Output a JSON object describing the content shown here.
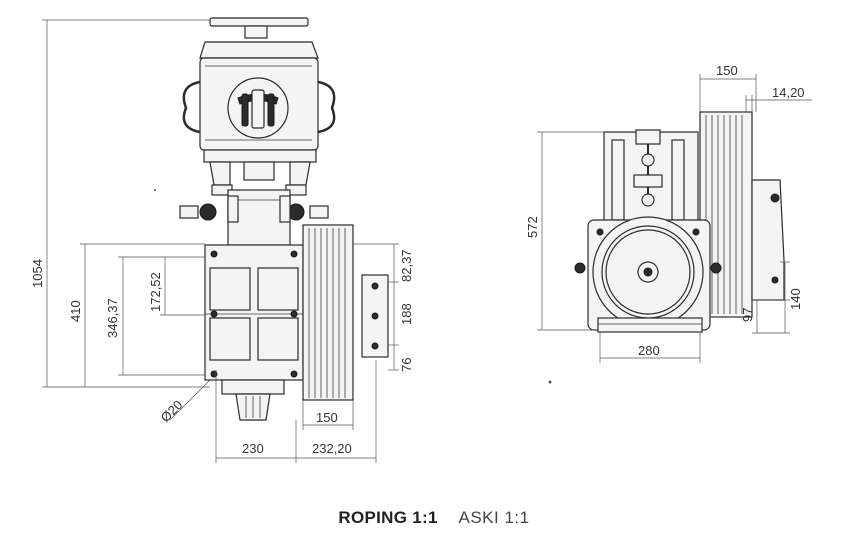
{
  "dimensions": {
    "d1054": "1054",
    "d410": "410",
    "d346": "346,37",
    "d172": "172,52",
    "d82": "82,37",
    "d188": "188",
    "d76": "76",
    "d150a": "150",
    "d230": "230",
    "d232": "232,20",
    "dia20": "Ø20",
    "d150b": "150",
    "d14": "14,20",
    "d572": "572",
    "d280": "280",
    "d97": "97",
    "d140": "140"
  },
  "caption": {
    "bold": "ROPING 1:1",
    "light": "ASKI 1:1"
  }
}
